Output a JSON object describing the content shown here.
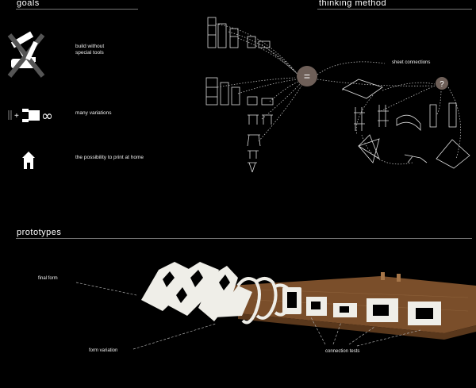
{
  "sections": {
    "goals": "goals",
    "thinking_method": "thinking method",
    "prototypes": "prototypes"
  },
  "goals": [
    {
      "icon": "no-tools-icon",
      "text_line1": "build without",
      "text_line2": "special tools"
    },
    {
      "icon": "variations-infinity-icon",
      "text": "many variations"
    },
    {
      "icon": "house-icon",
      "text": "the possibility to print at home"
    }
  ],
  "thinking": {
    "equals_symbol": "=",
    "question_symbol": "?",
    "sheet_connections": "sheet connections"
  },
  "prototype_labels": {
    "final_form": "final form",
    "form_variation": "form variation",
    "connection_tests": "connection tests"
  },
  "colors": {
    "background": "#000000",
    "circle_fill": "#6e5f58",
    "wood": "#8a5a32",
    "prototype_white": "#efeee8"
  }
}
